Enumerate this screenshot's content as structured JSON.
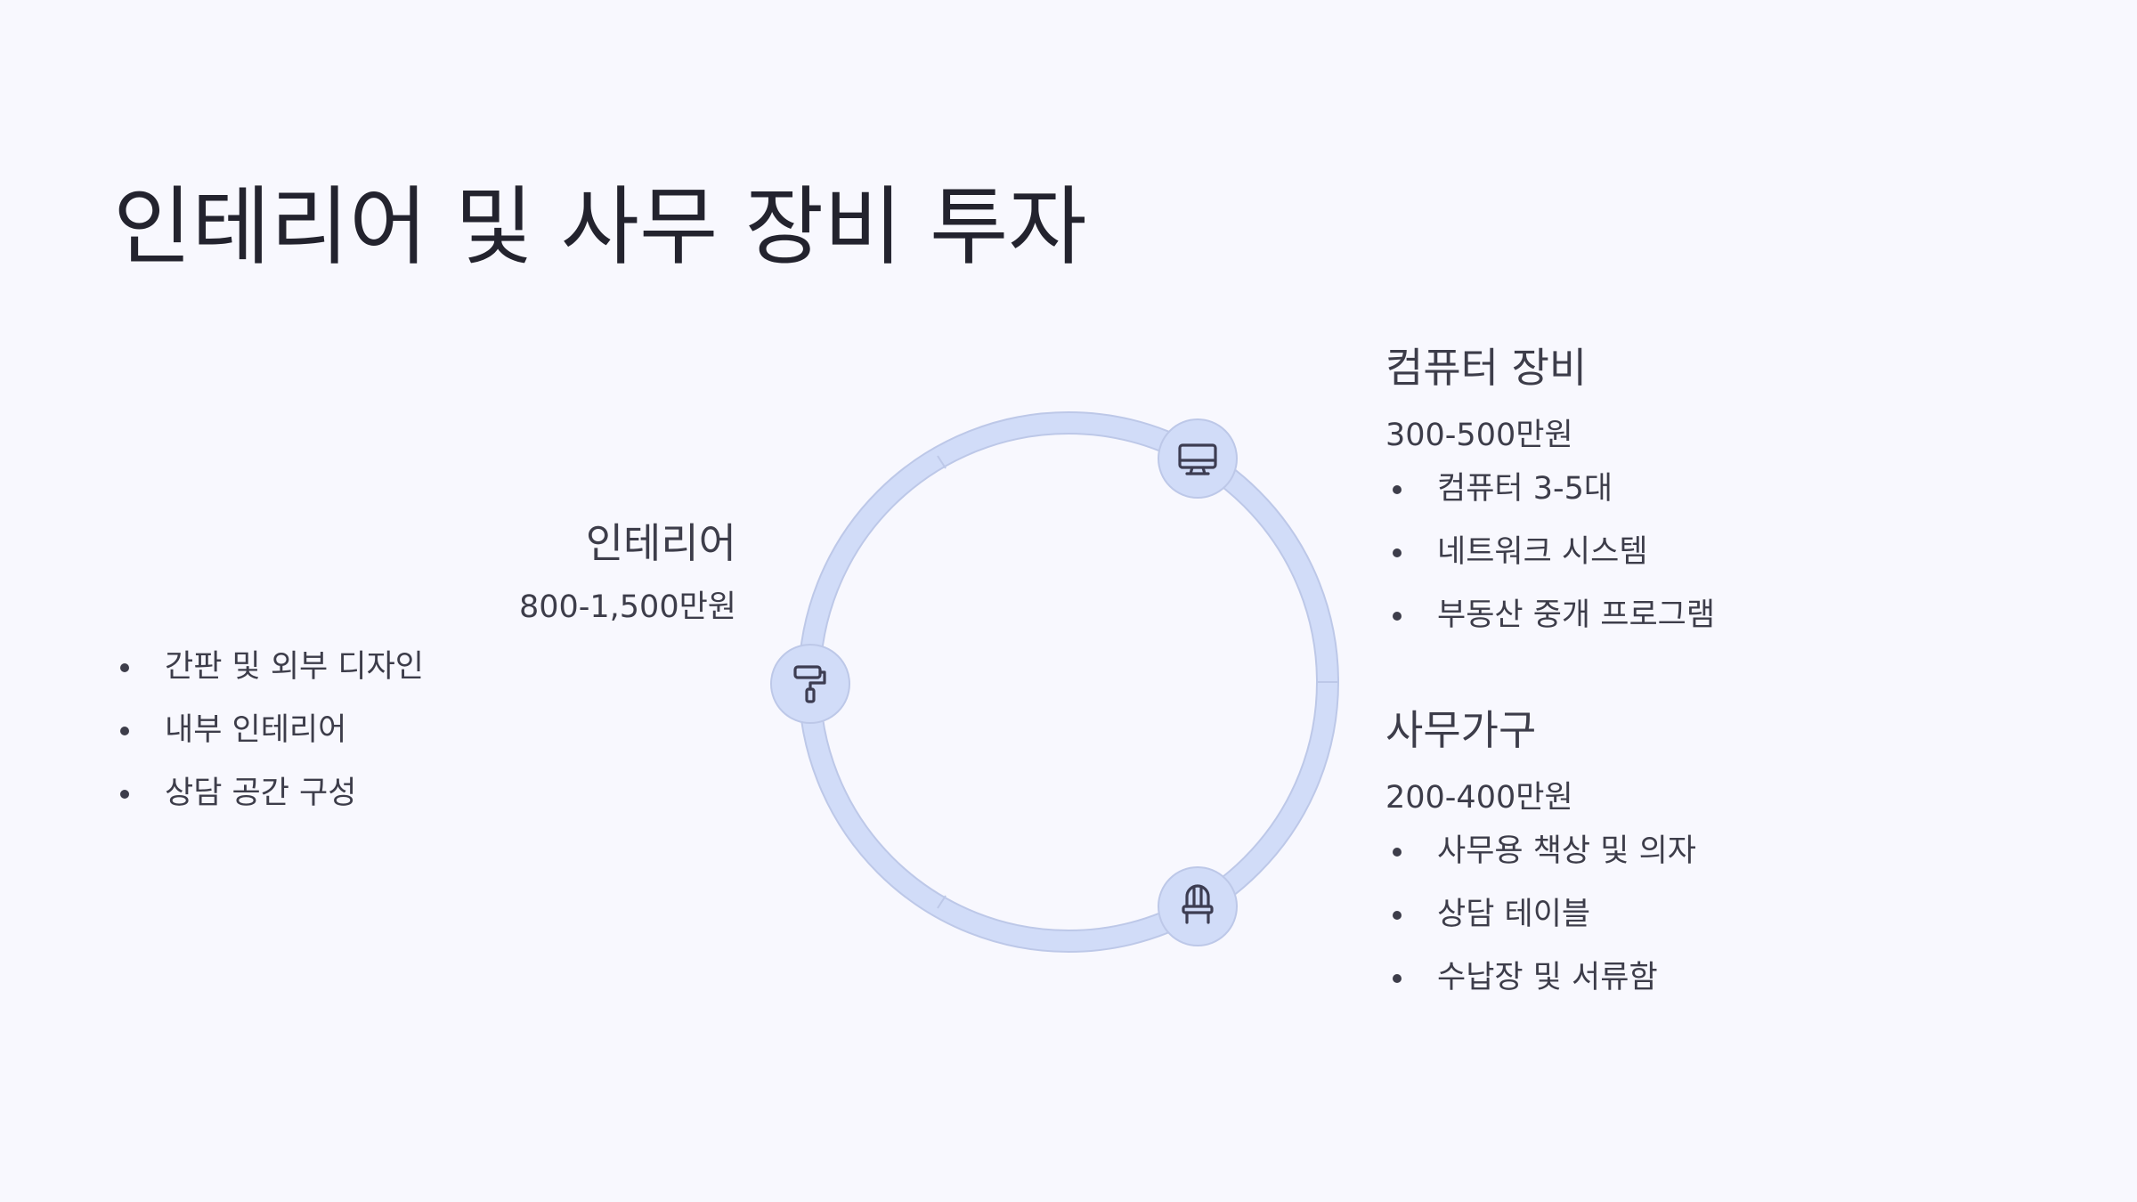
{
  "title": "인테리어 및 사무 장비 투자",
  "sections": {
    "interior": {
      "heading": "인테리어",
      "cost": "800-1,500만원",
      "icon": "paint-roller-icon",
      "items": [
        "간판 및 외부 디자인",
        "내부 인테리어",
        "상담 공간 구성"
      ]
    },
    "computer": {
      "heading": "컴퓨터 장비",
      "cost": "300-500만원",
      "icon": "monitor-icon",
      "items": [
        "컴퓨터 3-5대",
        "네트워크 시스템",
        "부동산 중개 프로그램"
      ]
    },
    "furniture": {
      "heading": "사무가구",
      "cost": "200-400만원",
      "icon": "chair-icon",
      "items": [
        "사무용 책상 및 의자",
        "상담 테이블",
        "수납장 및 서류함"
      ]
    }
  },
  "colors": {
    "background": "#f8f8fe",
    "ring": "#d1dcf8",
    "ring_edge": "#bdc8e8",
    "icon_stroke": "#3d3d52",
    "text": "#3d3d4a",
    "title": "#23232e"
  }
}
